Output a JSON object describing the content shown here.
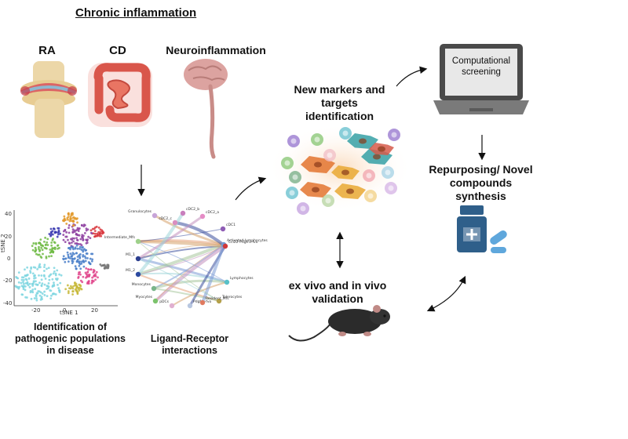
{
  "title": "Chronic inflammation",
  "conditions": {
    "ra": "RA",
    "cd": "CD",
    "neuro": "Neuroinflammation"
  },
  "new_markers": "New markers and targets identification",
  "computational": "Computational screening",
  "repurposing": "Repurposing/ Novel compounds synthesis",
  "validation": "ex vivo and in vivo validation",
  "pathogenic": "Identification of pathogenic populations in disease",
  "ligand": "Ligand-Receptor interactions",
  "tsne": {
    "xlabel": "tSNE 1",
    "ylabel": "tSNE 2",
    "xticks": [
      "-20",
      "0",
      "20"
    ],
    "yticks": [
      "40",
      "20",
      "0",
      "-20",
      "-40"
    ]
  },
  "network_nodes": [
    "Granulocytes",
    "cDC2_c",
    "cDC2_b",
    "cDC2_a",
    "cDC1",
    "Intermediate_Mfs",
    "Activated-lymphocytes",
    "M1_1",
    "Ccl22-Pdgfra-fvo",
    "M1_2",
    "Lymphocytes",
    "Monocytes",
    "Tolerocytes",
    "Myocytes",
    "pDCs",
    "Pdgfra-fvo",
    "Resident_Mfs"
  ],
  "colors": {
    "arrow": "#111111",
    "mouse": "#2b2b2b",
    "pill_bottle": "#2f5f8a",
    "laptop": "#4a4a4a"
  }
}
